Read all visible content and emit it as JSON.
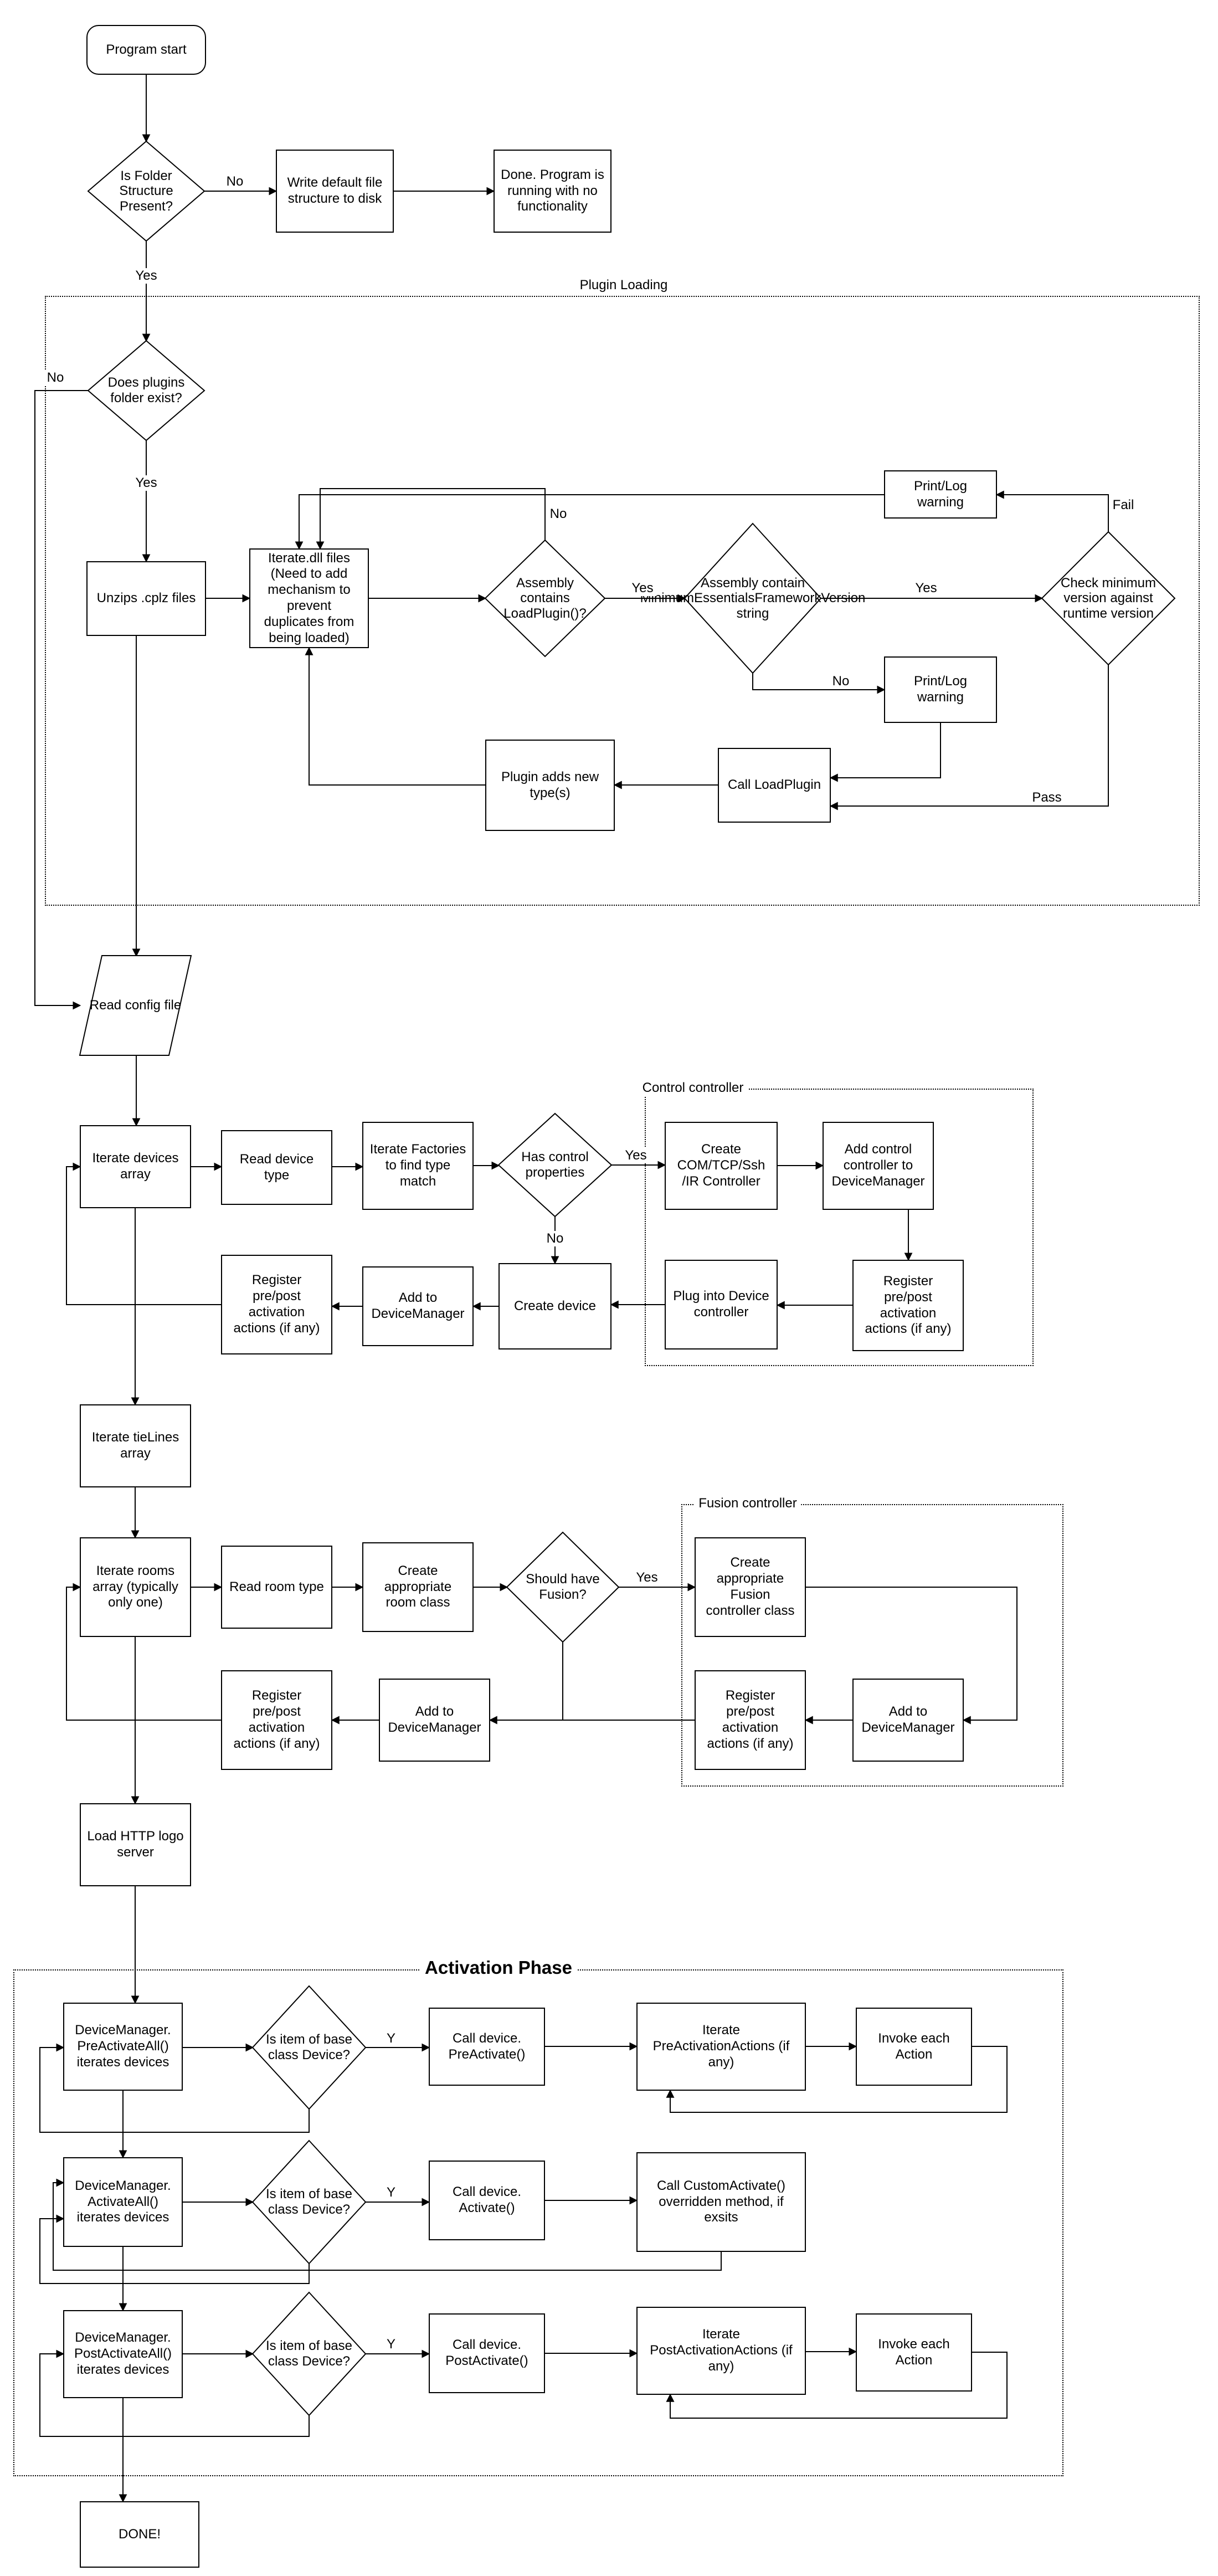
{
  "containers": {
    "plugin": "Plugin Loading",
    "control": "Control controller",
    "fusion": "Fusion controller",
    "activation": "Activation Phase"
  },
  "nodes": {
    "start": "Program start",
    "folder_check": "Is Folder Structure Present?",
    "write_default": "Write default file structure to disk",
    "done_no_functionality": "Done.  Program is running with no functionality",
    "plugins_folder_check": "Does plugins folder exist?",
    "unzip_cplz": "Unzips .cplz files",
    "iterate_dll": "Iterate.dll files (Need to add mechanism to prevent duplicates from being loaded)",
    "assembly_contains_loadplugin": "Assembly contains LoadPlugin()?",
    "assembly_contains_minver": "Assembly contain MinimumEssentialsFrameworkVersion string",
    "check_min_version": "Check minimum version against runtime version",
    "warn_fail": "Print/Log warning",
    "warn_missing": "Print/Log warning",
    "call_loadplugin": "Call LoadPlugin",
    "plugin_adds_types": "Plugin adds new type(s)",
    "read_config": "Read config file",
    "iterate_devices": "Iterate devices array",
    "read_device_type": "Read device type",
    "iterate_factories": "Iterate Factories to find type match",
    "has_control_properties": "Has control properties",
    "create_controller": "Create COM/TCP/Ssh /IR Controller",
    "add_control_controller": "Add control controller to DeviceManager",
    "register_control_actions": "Register pre/post activation actions (if any)",
    "plug_into_device": "Plug into Device controller",
    "create_device": "Create device",
    "add_device_dm": "Add to DeviceManager",
    "register_device_actions": "Register pre/post activation actions (if any)",
    "iterate_tielines": "Iterate tieLines array",
    "iterate_rooms": "Iterate rooms array (typically only one)",
    "read_room_type": "Read room type",
    "create_room_class": "Create appropriate room class",
    "should_have_fusion": "Should have Fusion?",
    "create_fusion_class": "Create appropriate Fusion controller class",
    "add_fusion_dm": "Add to DeviceManager",
    "register_fusion_actions": "Register pre/post activation actions (if any)",
    "add_room_dm": "Add to DeviceManager",
    "register_room_actions": "Register pre/post activation actions (if any)",
    "load_http_logo": "Load HTTP logo server",
    "dm_preactivate": "DeviceManager. PreActivateAll() iterates devices",
    "is_base_device_pre": "Is item of base class Device?",
    "call_preactivate": "Call device. PreActivate()",
    "iterate_preactions": "Iterate PreActivationActions (if any)",
    "invoke_action_pre": "Invoke each Action",
    "dm_activate": "DeviceManager. ActivateAll() iterates devices",
    "is_base_device_act": "Is item of base class Device?",
    "call_activate": "Call device. Activate()",
    "call_custom_activate": "Call CustomActivate() overridden method, if exsits",
    "dm_postactivate": "DeviceManager. PostActivateAll() iterates devices",
    "is_base_device_post": "Is item of base class Device?",
    "call_postactivate": "Call device. PostActivate()",
    "iterate_postactions": "Iterate PostActivationActions (if any)",
    "invoke_action_post": "Invoke each Action",
    "done": "DONE!"
  },
  "edge_labels": {
    "folder_no": "No",
    "folder_yes": "Yes",
    "plugins_no": "No",
    "plugins_yes": "Yes",
    "loadplugin_no": "No",
    "loadplugin_yes": "Yes",
    "minver_yes": "Yes",
    "minver_no": "No",
    "checkver_fail": "Fail",
    "checkver_pass": "Pass",
    "control_yes": "Yes",
    "control_no": "No",
    "fusion_yes": "Yes",
    "base_pre_y": "Y",
    "base_act_y": "Y",
    "base_post_y": "Y"
  }
}
